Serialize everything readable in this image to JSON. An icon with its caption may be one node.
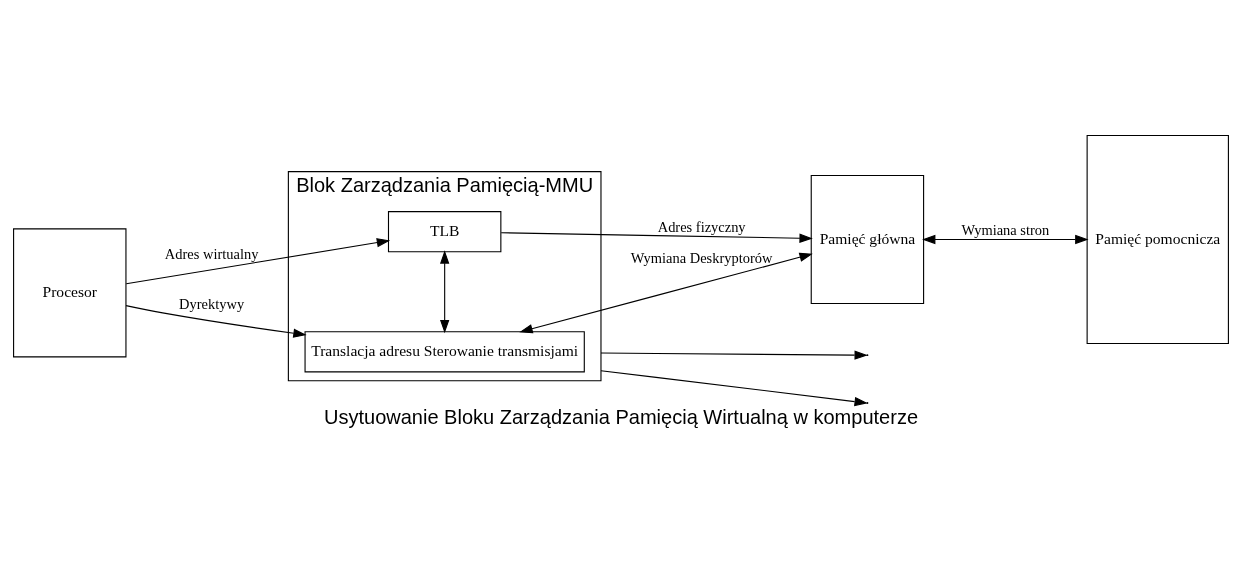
{
  "diagram": {
    "caption": "Usytuowanie Bloku Zarządzania Pamięcią Wirtualną w komputerze",
    "nodes": [
      {
        "text": [
          "Procesor"
        ]
      },
      {
        "text": [
          "Blok Zarządzania Pamięcią-MMU"
        ]
      },
      {
        "text": [
          "TLB"
        ],
        "in": 1
      },
      {
        "text": [
          "Translacja adresu Sterowanie transmisjami"
        ],
        "in": 1
      },
      {
        "text": [
          "Pamięć główna"
        ]
      },
      {
        "text": [
          "Pamięć pomocnicza"
        ]
      }
    ],
    "edges": [
      {
        "from": 0,
        "to": 2,
        "arrow": "to",
        "label": "Adres wirtualny"
      },
      {
        "from": 0,
        "to": 3,
        "arrow": "to",
        "label": "Dyrektywy"
      },
      {
        "from": 2,
        "to": 3,
        "arrow": "both"
      },
      {
        "from": 2,
        "to": 4,
        "arrow": "to",
        "label": "Adres fizyczny"
      },
      {
        "from": 3,
        "to": 4,
        "arrow": "both",
        "label": "Wymiana Deskryptorów"
      },
      {
        "from": 4,
        "to": 5,
        "arrow": "both",
        "label": "Wymiana stron"
      },
      {
        "from": 1,
        "to": null,
        "arrow": "to"
      },
      {
        "from": 1,
        "to": null,
        "arrow": "to"
      }
    ]
  }
}
